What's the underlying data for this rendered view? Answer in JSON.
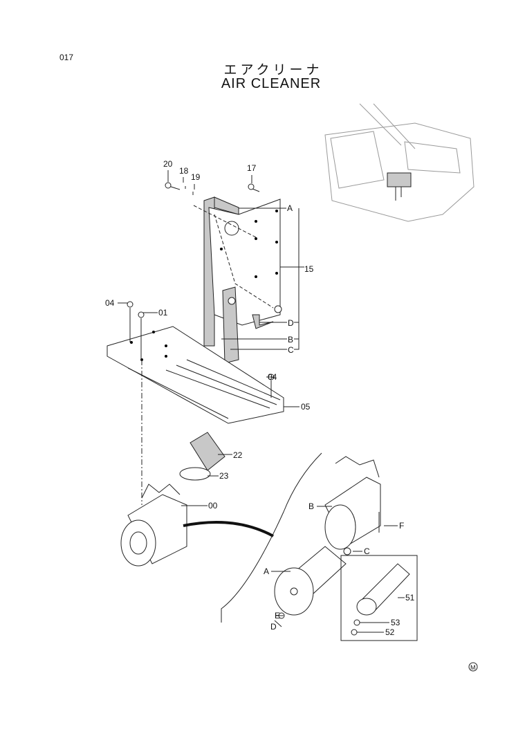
{
  "page_number": "017",
  "title_jp": "エアクリーナ",
  "title_en": "AIR CLEANER",
  "callouts": {
    "c20": "20",
    "c18": "18",
    "c19": "19",
    "c17": "17",
    "A1": "A",
    "c15": "15",
    "D1": "D",
    "B1": "B",
    "C1": "C",
    "c04a": "04",
    "c01": "01",
    "c04b": "04",
    "c05": "05",
    "c22": "22",
    "c23": "23",
    "c00": "00",
    "B2": "B",
    "F": "F",
    "C2": "C",
    "A2": "A",
    "c51": "51",
    "E": "E",
    "D2": "D",
    "c53": "53",
    "c52": "52"
  },
  "mark": "M"
}
